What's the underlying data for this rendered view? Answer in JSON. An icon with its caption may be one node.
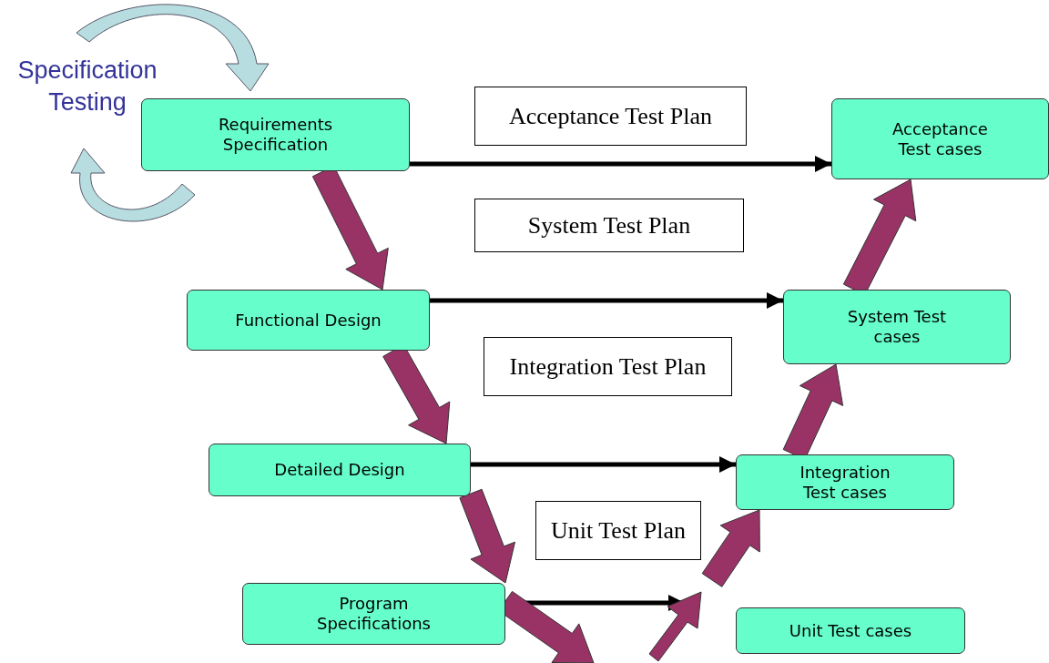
{
  "diagram": {
    "nodes": [
      {
        "text": [
          "Requirements Specification"
        ]
      },
      {
        "text": [
          "Functional Design"
        ]
      },
      {
        "text": [
          "Detailed Design"
        ]
      },
      {
        "text": [
          "Program Specifications"
        ]
      },
      {
        "text": [
          "Acceptance Test cases"
        ]
      },
      {
        "text": [
          "System Test cases"
        ]
      },
      {
        "text": [
          "Integration Test cases"
        ]
      },
      {
        "text": [
          "Unit Test cases"
        ]
      },
      {
        "text": [
          "Acceptance Test Plan"
        ]
      },
      {
        "text": [
          "System Test Plan"
        ]
      },
      {
        "text": [
          "Integration Test Plan"
        ]
      },
      {
        "text": [
          "Unit Test Plan"
        ]
      }
    ],
    "edges": [
      {
        "from": 0,
        "to": 4,
        "arrow": "to",
        "color": "#000000"
      },
      {
        "from": 1,
        "to": 5,
        "arrow": "to",
        "color": "#000000"
      },
      {
        "from": 2,
        "to": 6,
        "arrow": "to",
        "color": "#000000"
      },
      {
        "from": 3,
        "to": null,
        "arrow": "to",
        "color": "#000000"
      },
      {
        "from": 0,
        "to": 1,
        "arrow": "to",
        "style": "thick",
        "color": "#993366"
      },
      {
        "from": 1,
        "to": 2,
        "arrow": "to",
        "style": "thick",
        "color": "#993366"
      },
      {
        "from": 2,
        "to": 3,
        "arrow": "to",
        "style": "thick",
        "color": "#993366"
      },
      {
        "from": 3,
        "to": null,
        "arrow": "to",
        "style": "thick",
        "color": "#993366"
      },
      {
        "from": null,
        "to": 6,
        "arrow": "to",
        "style": "thick",
        "color": "#993366"
      },
      {
        "from": 6,
        "to": 5,
        "arrow": "to",
        "style": "thick",
        "color": "#993366"
      },
      {
        "from": 5,
        "to": 4,
        "arrow": "to",
        "style": "thick",
        "color": "#993366"
      }
    ],
    "labels": [
      "Specification Testing"
    ]
  }
}
